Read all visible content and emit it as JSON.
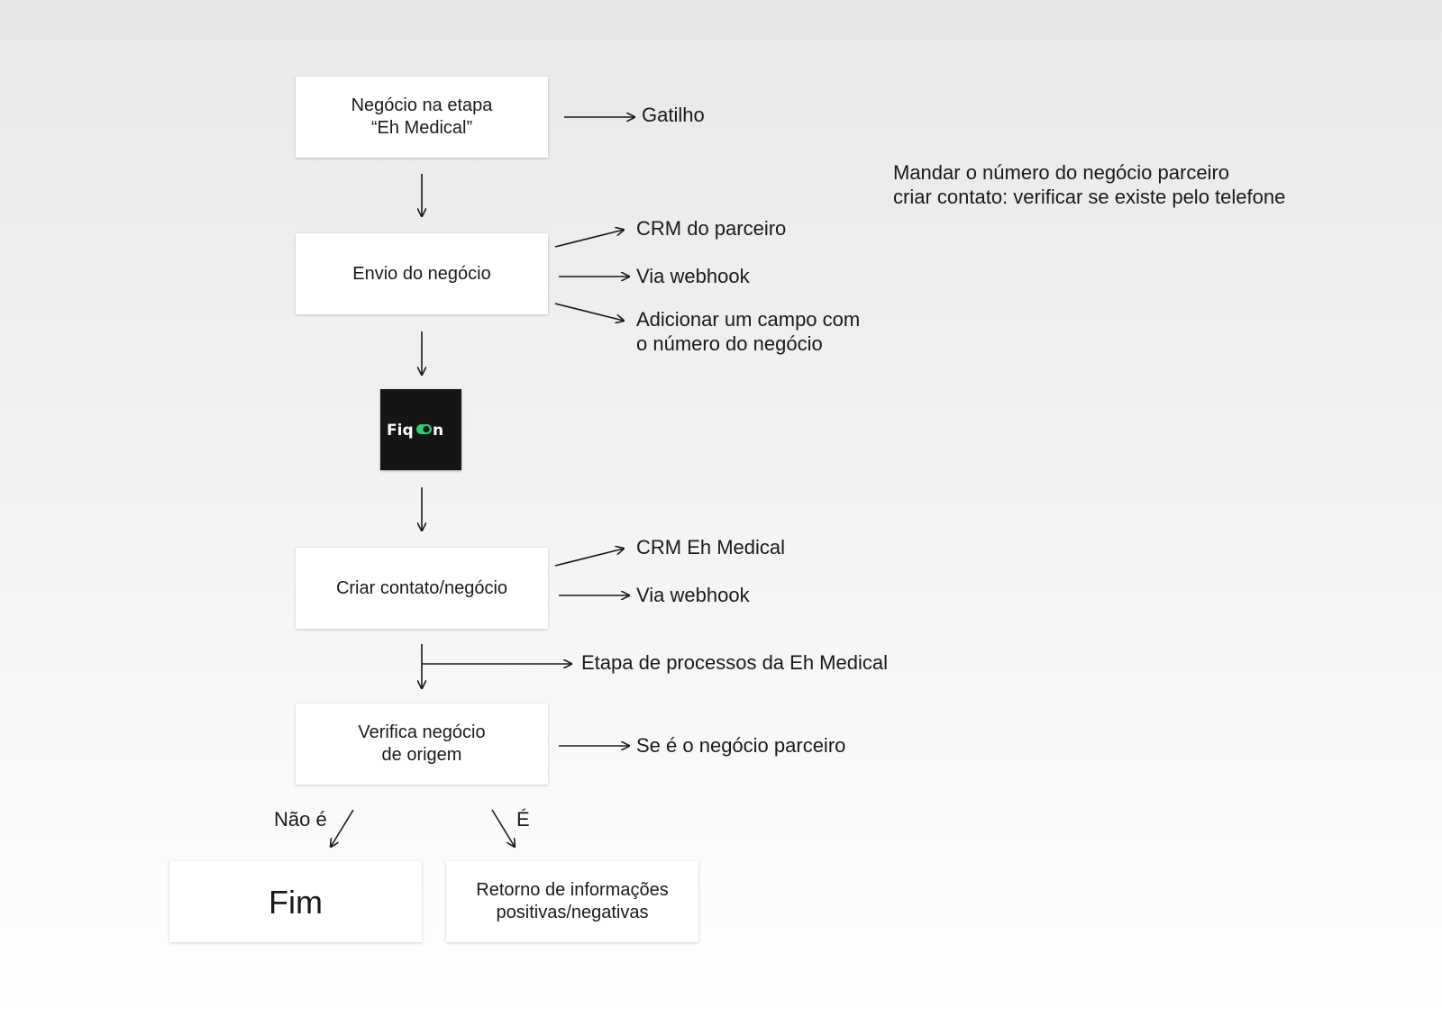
{
  "nodes": {
    "trigger": "Negócio na etapa\n“Eh Medical”",
    "send": "Envio do negócio",
    "create": "Criar contato/negócio",
    "verify": "Verifica negócio\nde origem",
    "end": "Fim",
    "return": "Retorno de informações\npositivas/negativas"
  },
  "logo": {
    "text": "Fiqon",
    "accent_color": "#2ecc71",
    "background": "#151515"
  },
  "labels": {
    "gatilho": "Gatilho",
    "crm_parceiro": "CRM do parceiro",
    "via_webhook_1": "Via webhook",
    "adicionar_campo": "Adicionar um campo com\no número do negócio",
    "crm_eh": "CRM Eh Medical",
    "via_webhook_2": "Via webhook",
    "etapa_processos": "Etapa de processos da Eh Medical",
    "se_parceiro": "Se é o negócio parceiro",
    "nao_e": "Não é",
    "e": "É"
  },
  "notes": {
    "line1": "Mandar o número do negócio parceiro",
    "line2": "criar contato: verificar se existe pelo telefone"
  }
}
